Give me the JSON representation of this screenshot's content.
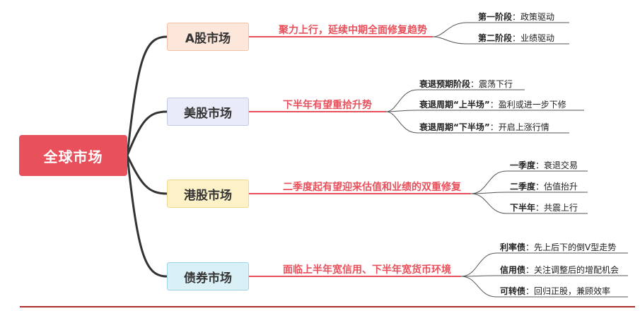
{
  "root": {
    "label": "全球市场"
  },
  "markets": [
    {
      "label": "A股市场",
      "trend": "聚力上行，延续中期全面修复趋势",
      "items": [
        {
          "key": "第一阶段",
          "sep": "：",
          "val": "政策驱动"
        },
        {
          "key": "第二阶段",
          "sep": "：",
          "val": "业绩驱动"
        }
      ]
    },
    {
      "label": "美股市场",
      "trend": "下半年有望重拾升势",
      "items": [
        {
          "key": "衰退预期阶段",
          "sep": "：",
          "val": "震荡下行"
        },
        {
          "key": "衰退周期“上半场”",
          "sep": "：",
          "val": "盈利或进一步下修"
        },
        {
          "key": "衰退周期“下半场”",
          "sep": "：",
          "val": "开启上涨行情"
        }
      ]
    },
    {
      "label": "港股市场",
      "trend": "二季度起有望迎来估值和业绩的双重修复",
      "items": [
        {
          "key": "一季度",
          "sep": "：",
          "val": "衰退交易"
        },
        {
          "key": "二季度",
          "sep": "：",
          "val": "估值抬升"
        },
        {
          "key": "下半年",
          "sep": "：",
          "val": "共震上行"
        }
      ]
    },
    {
      "label": "债券市场",
      "trend": "面临上半年宽信用、下半年宽货币环境",
      "items": [
        {
          "key": "利率债",
          "sep": "：",
          "val": "先上后下的倒V型走势"
        },
        {
          "key": "信用债",
          "sep": "：",
          "val": "关注调整后的增配机会"
        },
        {
          "key": "可转债",
          "sep": "：",
          "val": "回归正股，兼顾效率"
        }
      ]
    }
  ],
  "colors": {
    "root": "#e8505b",
    "trend_text": "#e8505b",
    "trend_line": "#e8505b",
    "branch_line": "#333333",
    "leaf_line": "#555555",
    "footer_line": "#b22a2a"
  }
}
